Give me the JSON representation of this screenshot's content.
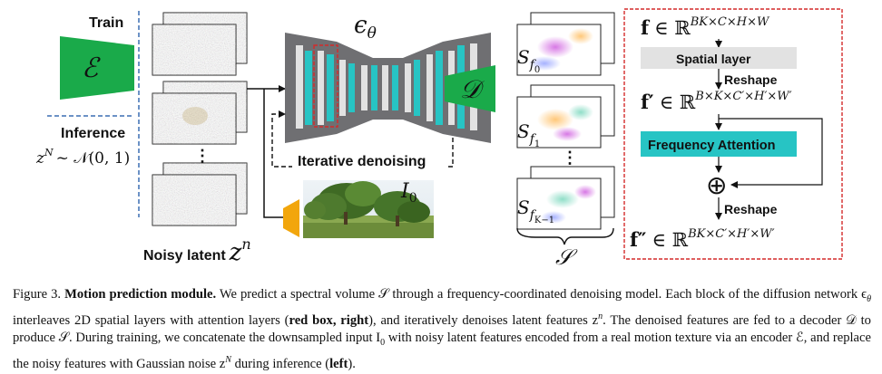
{
  "left_panel": {
    "train_label": "Train",
    "inference_label": "Inference",
    "encoder_symbol": "ℰ",
    "noise_formula": "z",
    "noise_formula_sup": "N",
    "noise_formula_rest": "~ 𝒩(0, 1)",
    "dots": "⋮",
    "noisy_latent_label": "Noisy latent",
    "noisy_latent_symbol": "z",
    "noisy_latent_sup": "n"
  },
  "denoiser": {
    "symbol": "ϵ",
    "symbol_sub": "θ",
    "label": "Iterative denoising"
  },
  "input_image": {
    "symbol": "I",
    "symbol_sub": "0"
  },
  "decoder": {
    "symbol": "𝒟"
  },
  "spectral": {
    "s0": "S",
    "s0_sub": "f",
    "s0_subsub": "0",
    "s1": "S",
    "s1_sub": "f",
    "s1_subsub": "1",
    "sK": "S",
    "sK_sub": "f",
    "sK_subsub": "K−1",
    "dots": "⋮",
    "volume_symbol": "𝒮"
  },
  "right_panel": {
    "eq1_var": "f",
    "eq1_in": "∈ ℝ",
    "eq1_sup": "BK×C×H×W",
    "spatial_layer": "Spatial layer",
    "reshape1": "Reshape",
    "eq2_var": "f′",
    "eq2_in": "∈ ℝ",
    "eq2_sup": "B×K×C′×H′×W′",
    "frequency_attention": "Frequency Attention",
    "plus": "⊕",
    "reshape2": "Reshape",
    "eq3_var": "f″",
    "eq3_in": "∈ ℝ",
    "eq3_sup": "BK×C′×H′×W′"
  },
  "colors": {
    "encoder_green": "#1aaa4a",
    "decoder_green": "#1aaa4a",
    "teal": "#27c4c4",
    "unet_gray": "#6f6f72",
    "spatial_gray": "#e2e2e2",
    "red_dash": "#d42a2a",
    "blue_dash": "#3c6fb4",
    "orange": "#f2a60c"
  },
  "caption": {
    "fig_num": "Figure 3.",
    "bold_title": "Motion prediction module.",
    "t1": " We predict a spectral volume 𝒮 through a frequency-coordinated denoising model. Each block of the diffusion network ϵ",
    "t1_sub": "θ",
    "t2": " interleaves 2D spatial layers with attention layers (",
    "bold_red": "red box, right",
    "t3": "), and iteratively denoises latent features z",
    "t3_sup": "n",
    "t4": ". The denoised features are fed to a decoder 𝒟 to produce 𝒮. During training, we concatenate the downsampled input I",
    "t4_sub": "0",
    "t5": " with noisy latent features encoded from a real motion texture via an encoder ℰ, and replace the noisy features with Gaussian noise z",
    "t5_sup": "N",
    "t6": " during inference (",
    "bold_left": "left",
    "t7": ")."
  }
}
